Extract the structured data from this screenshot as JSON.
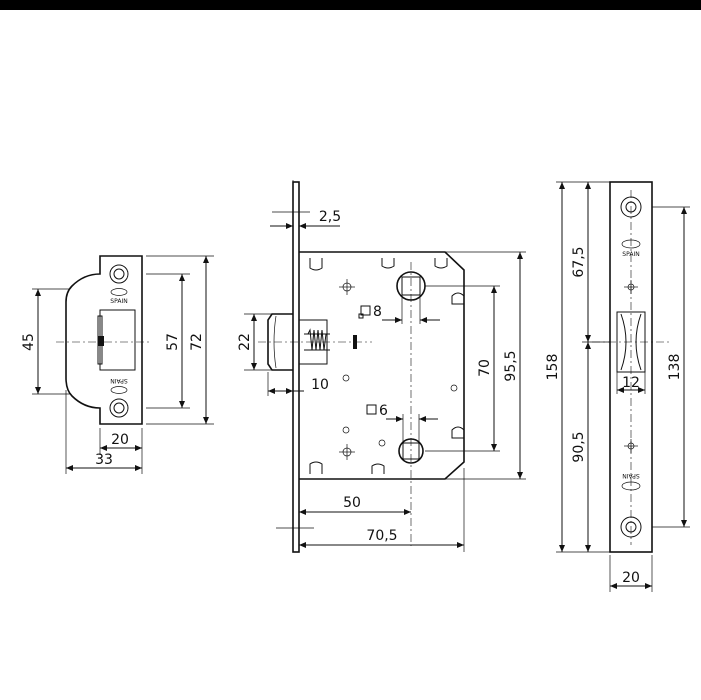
{
  "strike_plate": {
    "height_45": "45",
    "height_57": "57",
    "height_72": "72",
    "width_20": "20",
    "width_33": "33",
    "brand_mark": "SPAIN"
  },
  "lock_body": {
    "faceplate_thickness": "2,5",
    "latch_height": "22",
    "latch_projection": "10",
    "spindle_square": "8",
    "lower_square": "6",
    "center_distance": "70",
    "body_height": "95,5",
    "backset": "50",
    "body_depth": "70,5"
  },
  "faceplate": {
    "height_158": "158",
    "top_67_5": "67,5",
    "bottom_90_5": "90,5",
    "screw_distance_138": "138",
    "latch_width_12": "12",
    "width_20": "20",
    "brand_mark": "SPAIN"
  },
  "colors": {
    "line": "#111111",
    "background": "#ffffff",
    "top_bar": "#000000"
  }
}
